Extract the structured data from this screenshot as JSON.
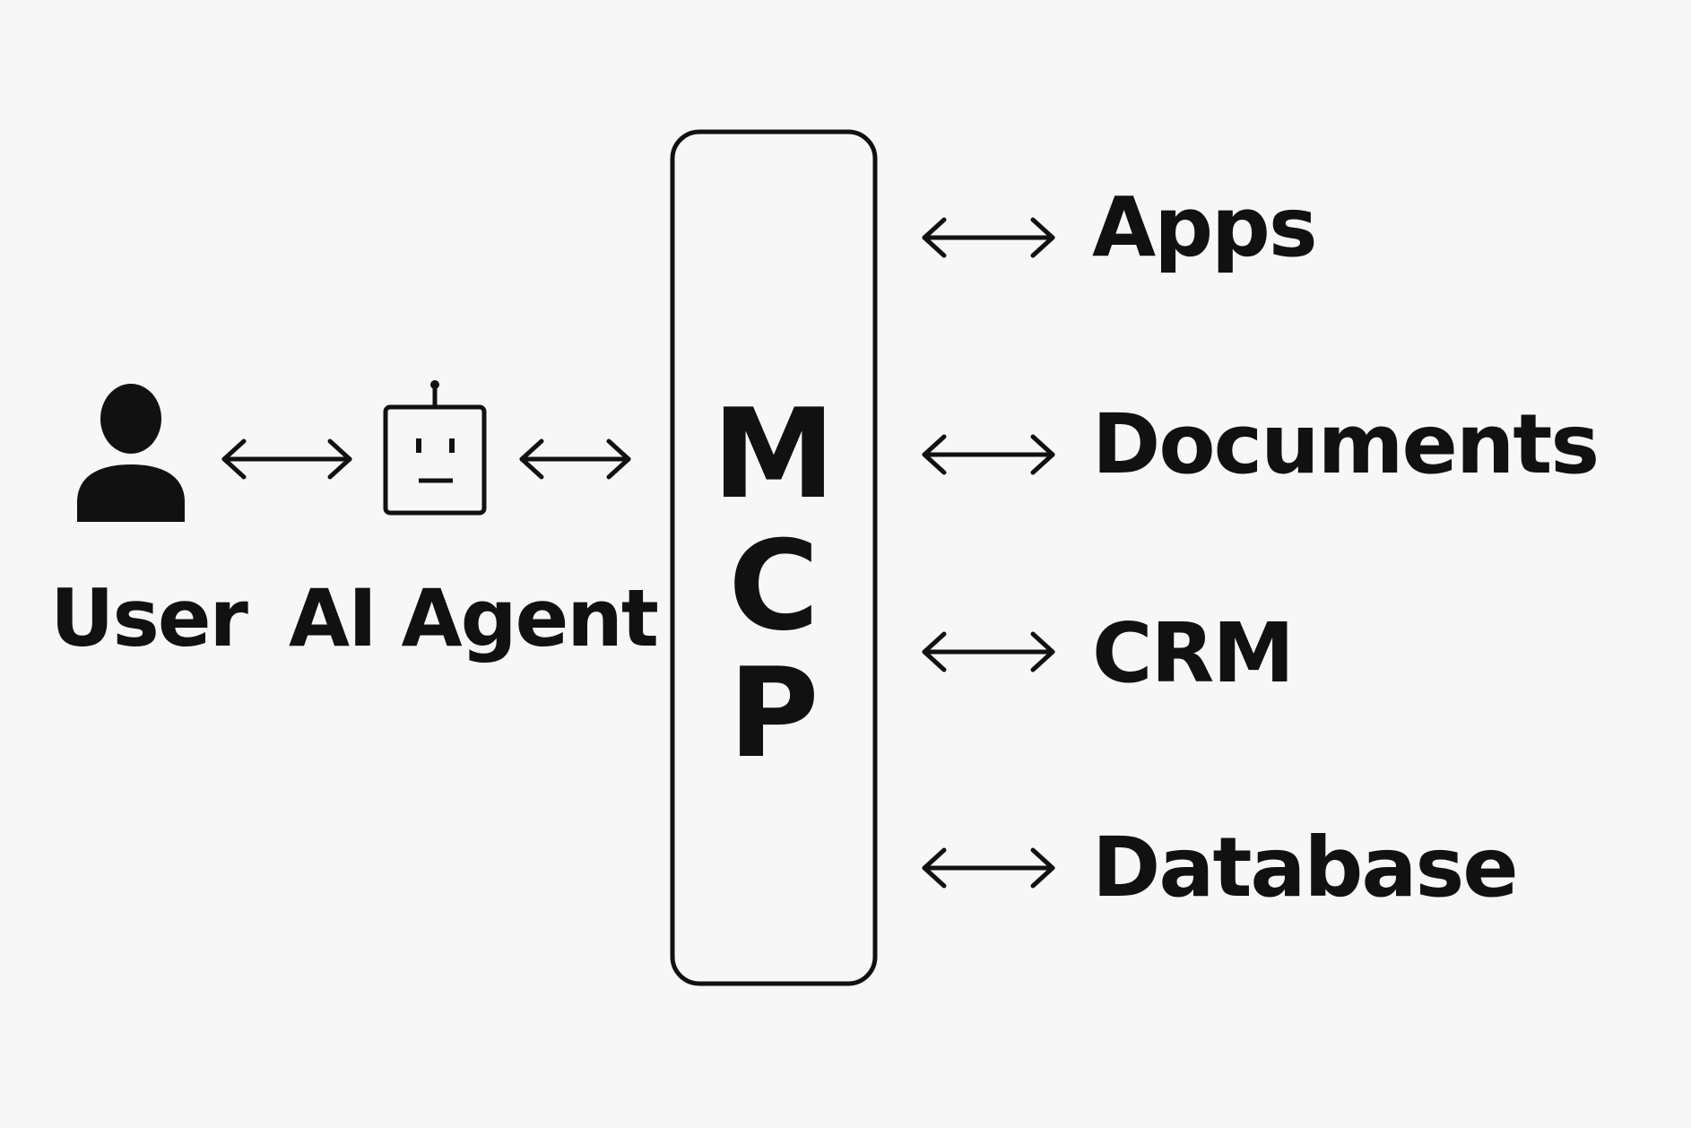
{
  "left_nodes": {
    "user": "User",
    "agent": "AI Agent"
  },
  "hub": {
    "letters": [
      "M",
      "C",
      "P"
    ]
  },
  "targets": [
    "Apps",
    "Documents",
    "CRM",
    "Database"
  ],
  "icons": {
    "user": "person-icon",
    "agent": "robot-icon"
  },
  "colors": {
    "background": "#f7f7f7",
    "ink": "#111111"
  }
}
